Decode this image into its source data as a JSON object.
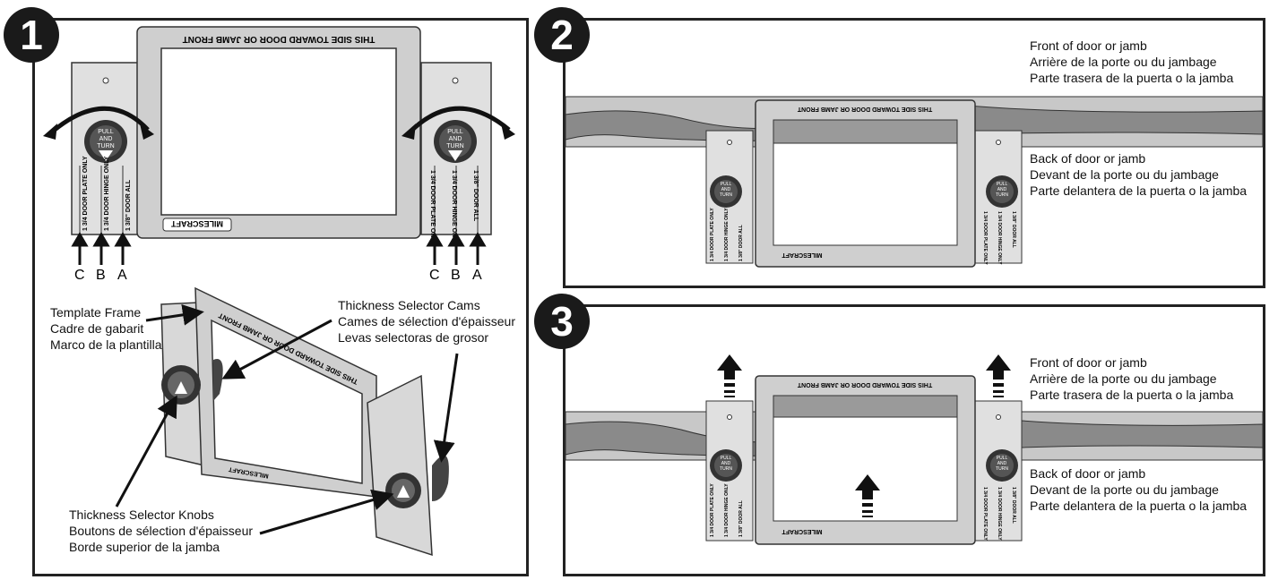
{
  "steps": {
    "one": "1",
    "two": "2",
    "three": "3"
  },
  "template": {
    "front_text": "THIS SIDE TOWARD DOOR OR JAMB FRONT",
    "brand": "MILESCRAFT",
    "knob_text": [
      "PULL",
      "AND",
      "TURN"
    ],
    "left_options": [
      "1 3/4 DOOR PLATE ONLY",
      "1 3/4 DOOR HINGE ONLY",
      "1 3/8\" DOOR ALL"
    ],
    "right_options": [
      "1 3/4 DOOR PLATE ONLY",
      "1 3/4 DOOR HINGE ONLY",
      "1 3/8\" DOOR ALL"
    ],
    "letters": [
      "C",
      "B",
      "A"
    ]
  },
  "labels": {
    "template_frame": [
      "Template Frame",
      "Cadre de gabarit",
      "Marco de la plantilla"
    ],
    "cams": [
      "Thickness Selector Cams",
      "Cames de sélection d'épaisseur",
      "Levas selectoras de grosor"
    ],
    "knobs": [
      "Thickness Selector Knobs",
      "Boutons de sélection d'épaisseur",
      "Borde superior de la jamba"
    ],
    "front": [
      "Front of door or jamb",
      "Arrière de la porte ou du jambage",
      "Parte trasera de la puerta o la jamba"
    ],
    "back": [
      "Back of door or jamb",
      "Devant de la porte ou du jambage",
      "Parte delantera de la puerta o la jamba"
    ]
  }
}
